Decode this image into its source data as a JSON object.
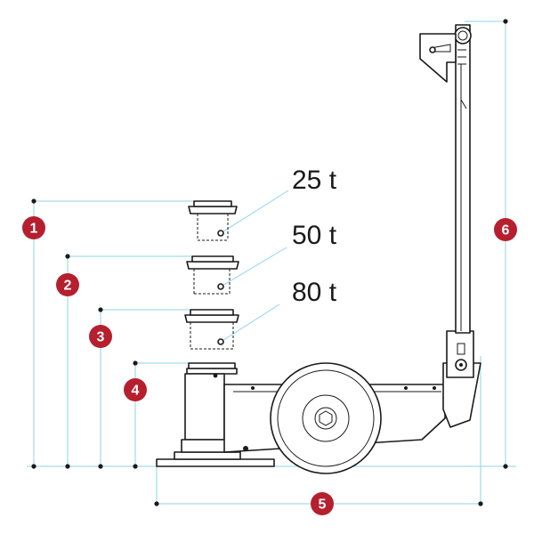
{
  "colors": {
    "dimension_line": "#8ed3e6",
    "badge": "#b51f2e",
    "outline": "#1a1a1a"
  },
  "capacity_labels": [
    "25 t",
    "50 t",
    "80 t"
  ],
  "badges": [
    "1",
    "2",
    "3",
    "4",
    "5",
    "6"
  ]
}
